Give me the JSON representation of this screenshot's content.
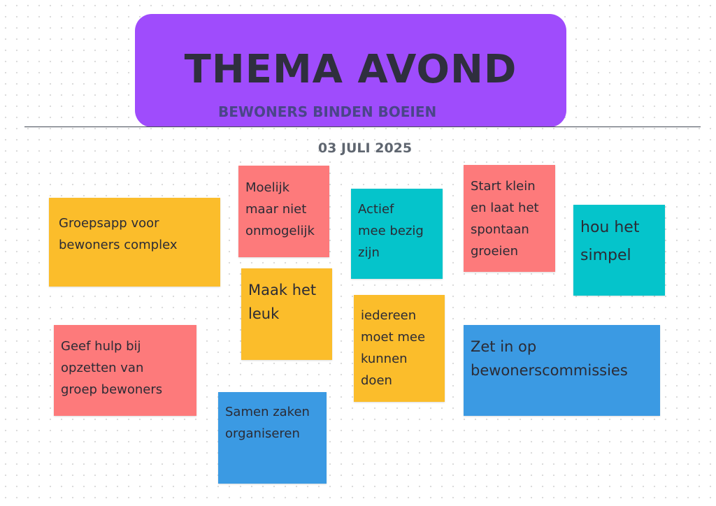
{
  "header": {
    "title": "THEMA AVOND",
    "subtitle": "BEWONERS BINDEN BOEIEN",
    "date": "03 JULI  2025",
    "banner_color": "#9f4cfc"
  },
  "colors": {
    "orange": "#fbbd2b",
    "pink": "#fd7a7b",
    "teal": "#05c4cb",
    "blue": "#3b9ae3"
  },
  "notes": [
    {
      "text": "Groepsapp voor\nbewoners complex",
      "color": "#fbbd2b"
    },
    {
      "text": "Moelijk\nmaar niet\nonmogelijk",
      "color": "#fd7a7b"
    },
    {
      "text": "Actief\nmee bezig\nzijn",
      "color": "#05c4cb"
    },
    {
      "text": "Start klein\nen laat het\nspontaan\ngroeien",
      "color": "#fd7a7b"
    },
    {
      "text": "hou het\nsimpel",
      "color": "#05c4cb"
    },
    {
      "text": "Maak het\nleuk",
      "color": "#fbbd2b"
    },
    {
      "text": "iedereen\nmoet mee\nkunnen\ndoen",
      "color": "#fbbd2b"
    },
    {
      "text": "Geef hulp bij\nopzetten van\ngroep bewoners",
      "color": "#fd7a7b"
    },
    {
      "text": "Zet in op\nbewonerscommissies",
      "color": "#3b9ae3"
    },
    {
      "text": "Samen zaken\norganiseren",
      "color": "#3b9ae3"
    }
  ]
}
